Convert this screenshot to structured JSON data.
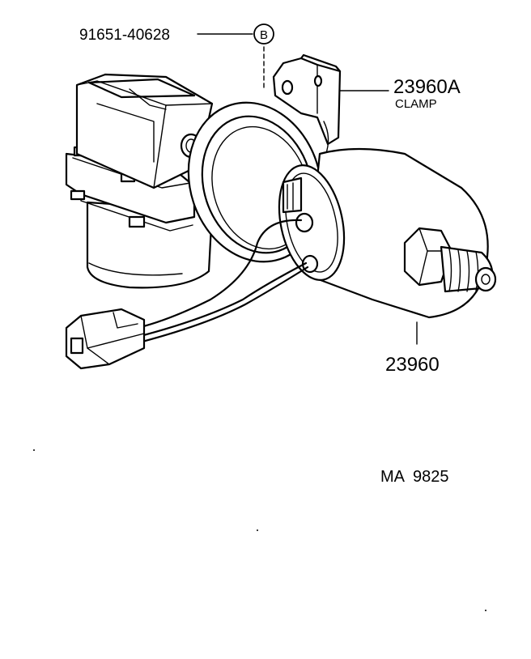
{
  "callouts": {
    "bolt_part_no": "91651-40628",
    "bolt_ref_letter": "B",
    "clamp_part_no": "23960A",
    "clamp_name": "CLAMP",
    "valve_part_no": "23960"
  },
  "figure_code": "MA  9825"
}
